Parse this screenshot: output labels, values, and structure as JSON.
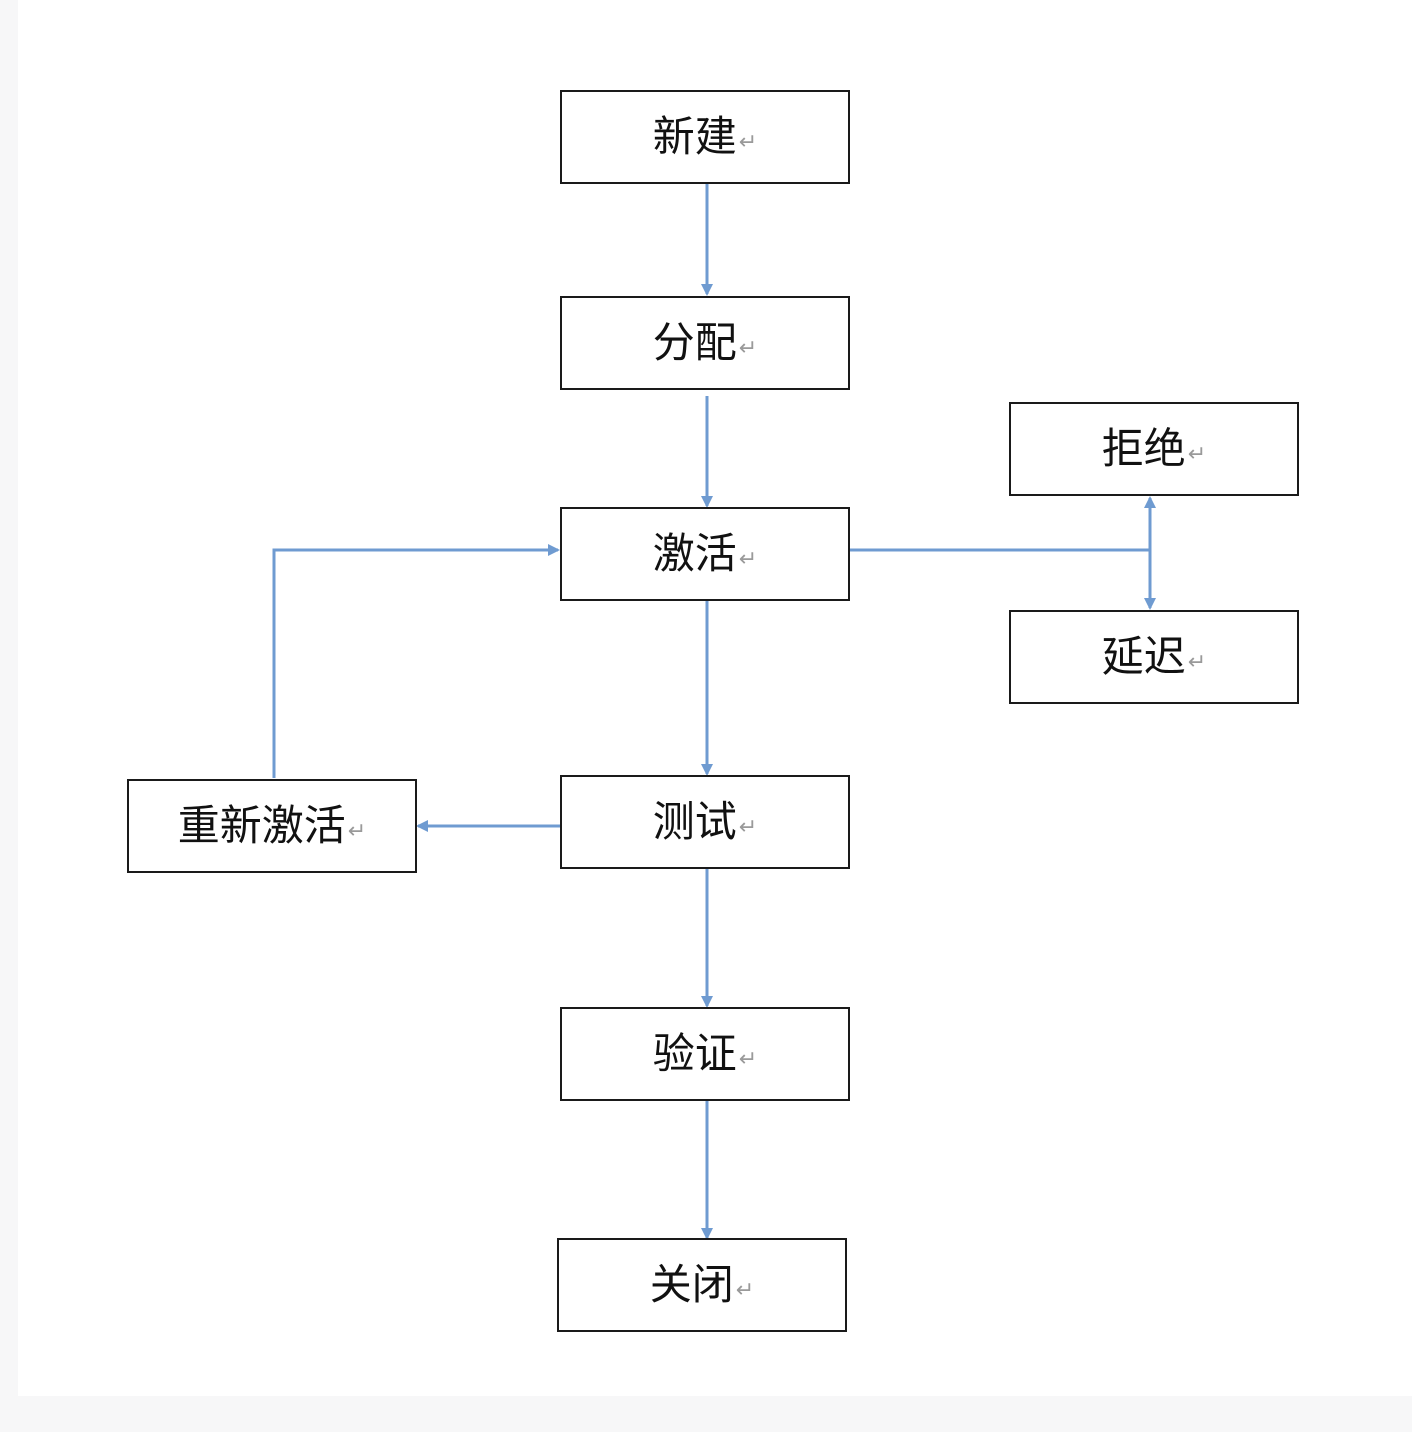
{
  "diagram": {
    "paragraph_mark": "↵",
    "nodes": {
      "new": "新建",
      "assign": "分配",
      "activate": "激活",
      "reject": "拒绝",
      "defer": "延迟",
      "reactivate": "重新激活",
      "test": "测试",
      "verify": "验证",
      "close": "关闭"
    },
    "edges": [
      {
        "from": "new",
        "to": "assign"
      },
      {
        "from": "assign",
        "to": "activate"
      },
      {
        "from": "activate",
        "to": "reject"
      },
      {
        "from": "activate",
        "to": "defer"
      },
      {
        "from": "activate",
        "to": "test"
      },
      {
        "from": "test",
        "to": "reactivate"
      },
      {
        "from": "reactivate",
        "to": "activate"
      },
      {
        "from": "test",
        "to": "verify"
      },
      {
        "from": "verify",
        "to": "close"
      }
    ],
    "colors": {
      "connector": "#6f9bd1",
      "box_border": "#1a1a1a",
      "paragraph_mark": "#9a9a9a"
    }
  }
}
